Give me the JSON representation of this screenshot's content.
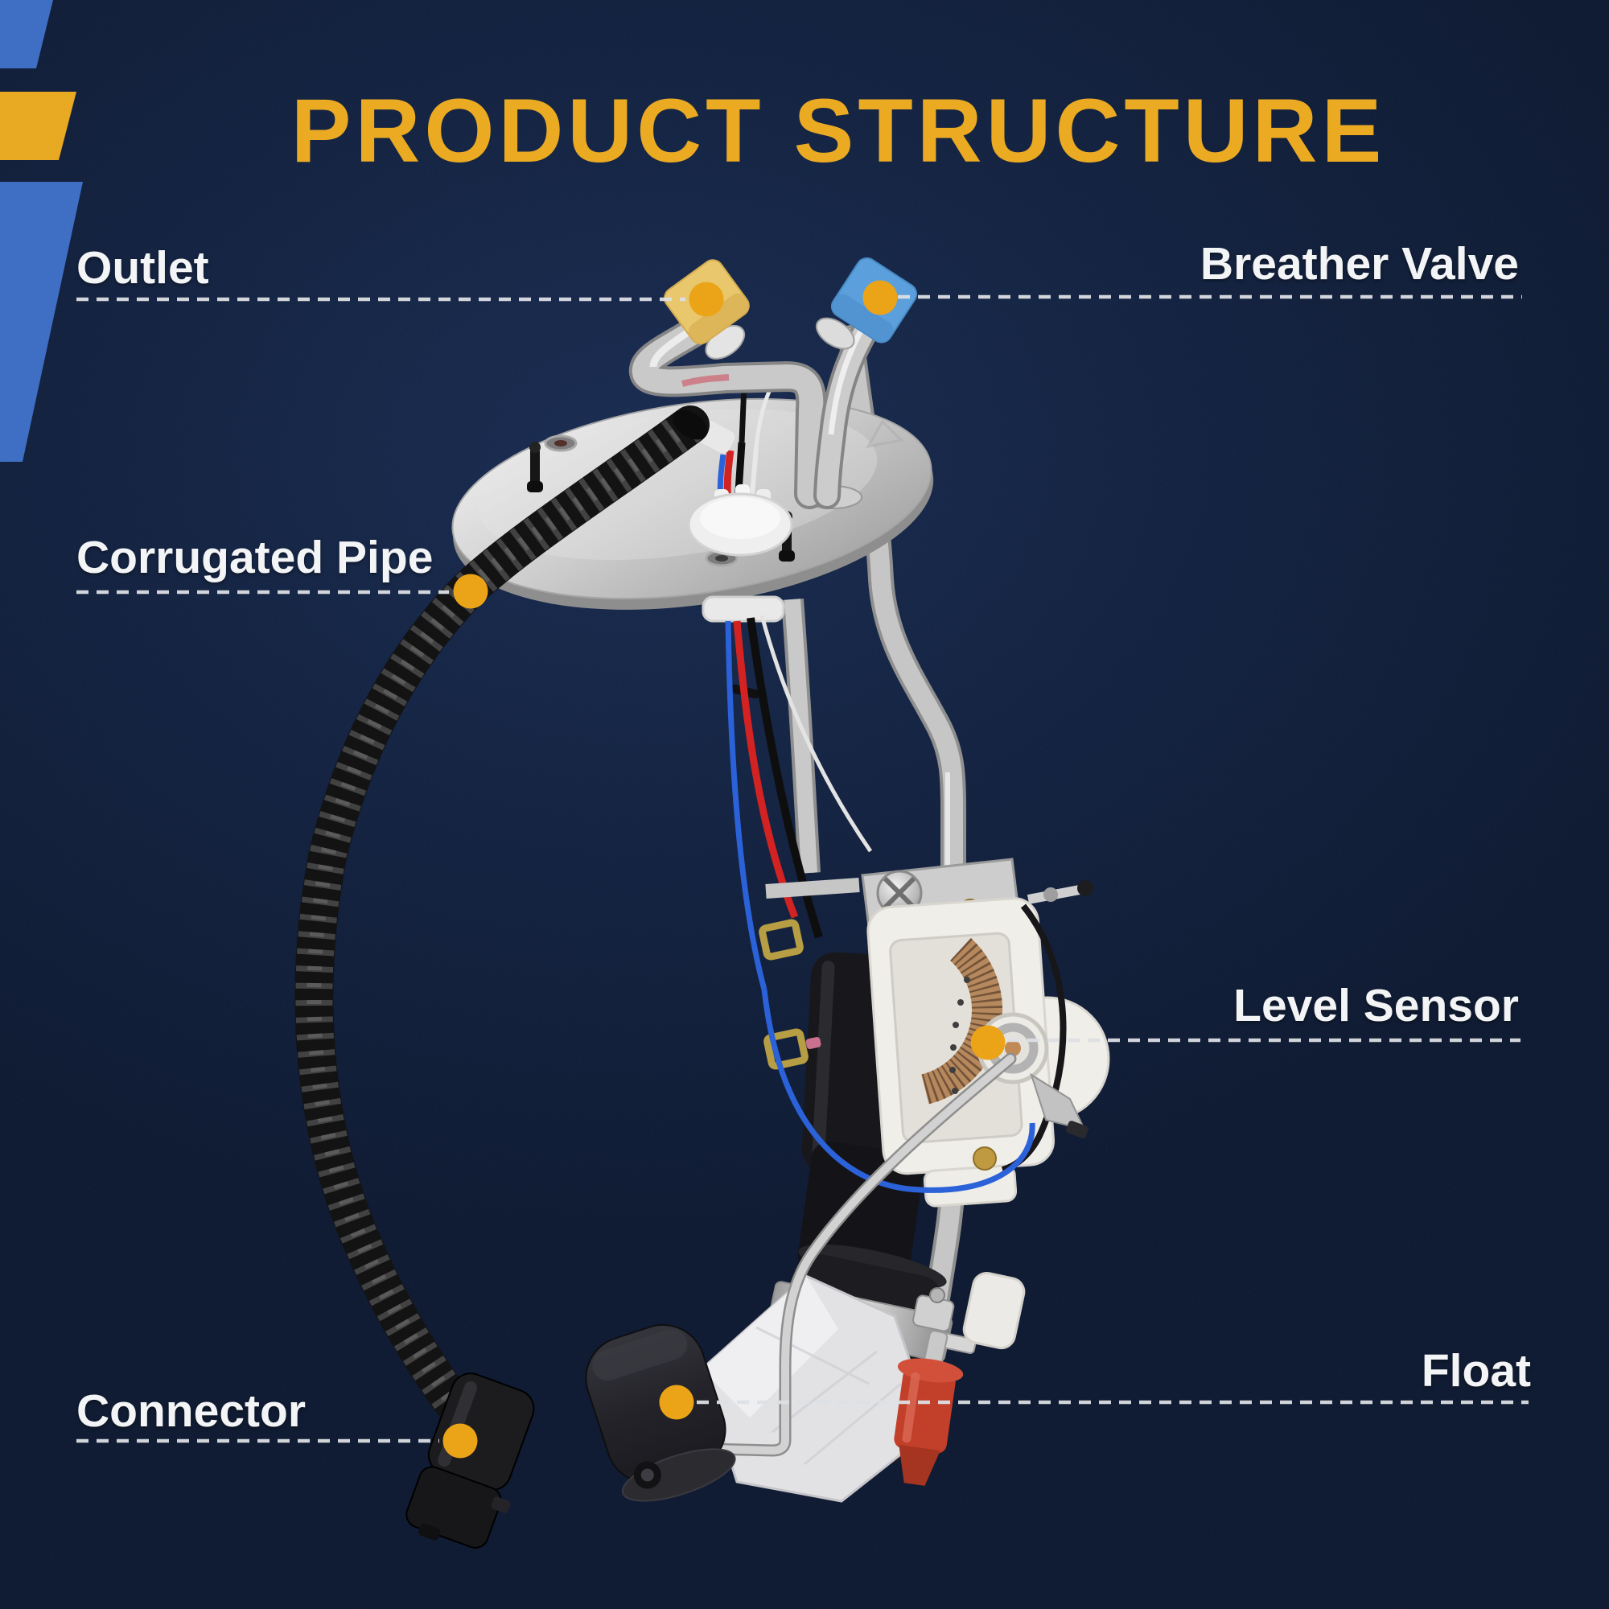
{
  "title": {
    "text": "PRODUCT STRUCTURE"
  },
  "callouts": [
    {
      "id": "outlet",
      "label": "Outlet",
      "side": "left"
    },
    {
      "id": "breather-valve",
      "label": "Breather Valve",
      "side": "right"
    },
    {
      "id": "corrugated-pipe",
      "label": "Corrugated Pipe",
      "side": "left"
    },
    {
      "id": "level-sensor",
      "label": "Level Sensor",
      "side": "right"
    },
    {
      "id": "float",
      "label": "Float",
      "side": "right"
    },
    {
      "id": "connector",
      "label": "Connector",
      "side": "left"
    }
  ],
  "illustration": {
    "name": "fuel-pump-module-assembly"
  },
  "colors": {
    "background": "#101f3d",
    "title_gold": "#ecaa1e",
    "corner_blue": "#3c6dc4",
    "corner_yellow": "#e9a91e",
    "label_white": "#f4f6f8",
    "marker_dot_gold": "#eba417",
    "leader_dash": "#dcdfe4",
    "outlet_cap_yellow": "#e9c76d",
    "breather_cap_blue": "#5ba0dc",
    "red_sleeve": "#c23f29"
  }
}
